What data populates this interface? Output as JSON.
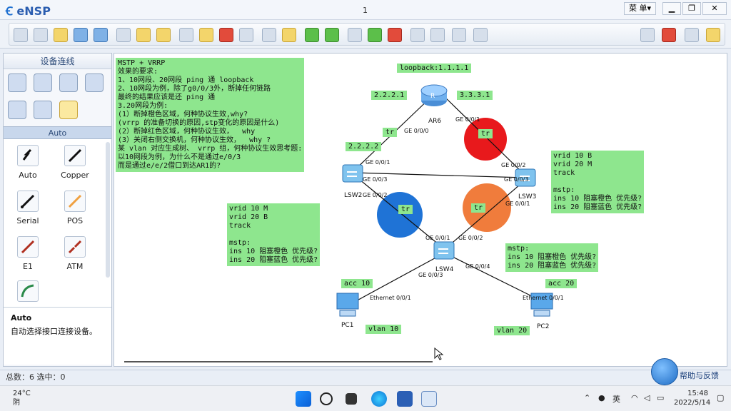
{
  "window": {
    "app_name": "eNSP",
    "doc_number": "1",
    "menu_label": "菜 单▾",
    "min": "▁",
    "max": "❐",
    "close": "✕"
  },
  "left_panel": {
    "title": "设备连线",
    "section": "Auto",
    "cables": [
      {
        "label": "Auto"
      },
      {
        "label": "Copper"
      },
      {
        "label": "Serial"
      },
      {
        "label": "POS"
      },
      {
        "label": "E1"
      },
      {
        "label": "ATM"
      }
    ],
    "desc_title": "Auto",
    "desc_text": "自动选择接口连接设备。"
  },
  "canvas": {
    "note_main": "MSTP + VRRP\n效果的要求:\n1、10网段、20网段 ping 通 loopback\n2、10网段为例，除了g0/0/3外，断掉任何链路\n最终的结果应该是还 ping 通\n3.20网段为例:\n(1）断掉橙色区域，何种协议生效,why?\n(vrrp 的准备切换的原因,stp变化的原因是什么)\n(2）断掉红色区域，何种协议生效，  why\n(3）关闭右侧交换机，何种协议生效，  why ?\n某 vlan 对应生成树、 vrrp 组，何种协议生效思考题:\n以10网段为例，为什么不是通过e/0/3\n而是通过e/e/2借口到达AR1的?",
    "note_lsw2": "vrid 10 M\nvrid 20 B\ntrack\n\nmstp:\nins 10 阻塞橙色 优先级?\nins 20 阻塞蓝色 优先级?",
    "note_lsw3": "vrid 10 B\nvrid 20 M\ntrack\n\nmstp:\nins 10 阻塞橙色 优先级?\nins 20 阻塞蓝色 优先级?",
    "note_lsw4": "mstp:\nins 10 阻塞橙色 优先级?\nins 20 阻塞蓝色 优先级?",
    "tags": {
      "loopback": "loopback:1.1.1.1",
      "ip_left": "2.2.2.1",
      "ip_right": "3.3.3.1",
      "ip_lsw2": "2.2.2.2",
      "acc10": "acc 10",
      "acc20": "acc 20",
      "vlan10": "vlan 10",
      "vlan20": "vlan 20"
    },
    "nodes": {
      "ar6": "AR6",
      "lsw2": "LSW2",
      "lsw3": "LSW3",
      "lsw4": "LSW4",
      "pc1": "PC1",
      "pc2": "PC2",
      "router_glyph": "R"
    },
    "ports": {
      "ar6_l": "GE 0/0/0",
      "ar6_r": "GE 0/0/1",
      "lsw2_1": "GE 0/0/1",
      "lsw2_3": "GE 0/0/3",
      "lsw2_2": "GE 0/0/2",
      "lsw3_2": "GE 0/0/2",
      "lsw3_3": "GE 0/0/3",
      "lsw3_1": "GE 0/0/1",
      "lsw4_1": "GE 0/0/1",
      "lsw4_2": "GE 0/0/2",
      "lsw4_3": "GE 0/0/3",
      "lsw4_4": "GE 0/0/4",
      "pc1_e": "Ethernet 0/0/1",
      "pc2_e": "Ethernet 0/0/1"
    },
    "tr_label": "tr",
    "region_colors": {
      "red": "#e8191c",
      "orange": "#f07c3c",
      "blue": "#1f73d6"
    }
  },
  "status": {
    "text": "总数：6 选中：0",
    "help": "帮助与反馈"
  },
  "taskbar": {
    "temp": "24°C",
    "weather": "阴",
    "ime": "英",
    "time": "15:48",
    "date": "2022/5/14"
  }
}
